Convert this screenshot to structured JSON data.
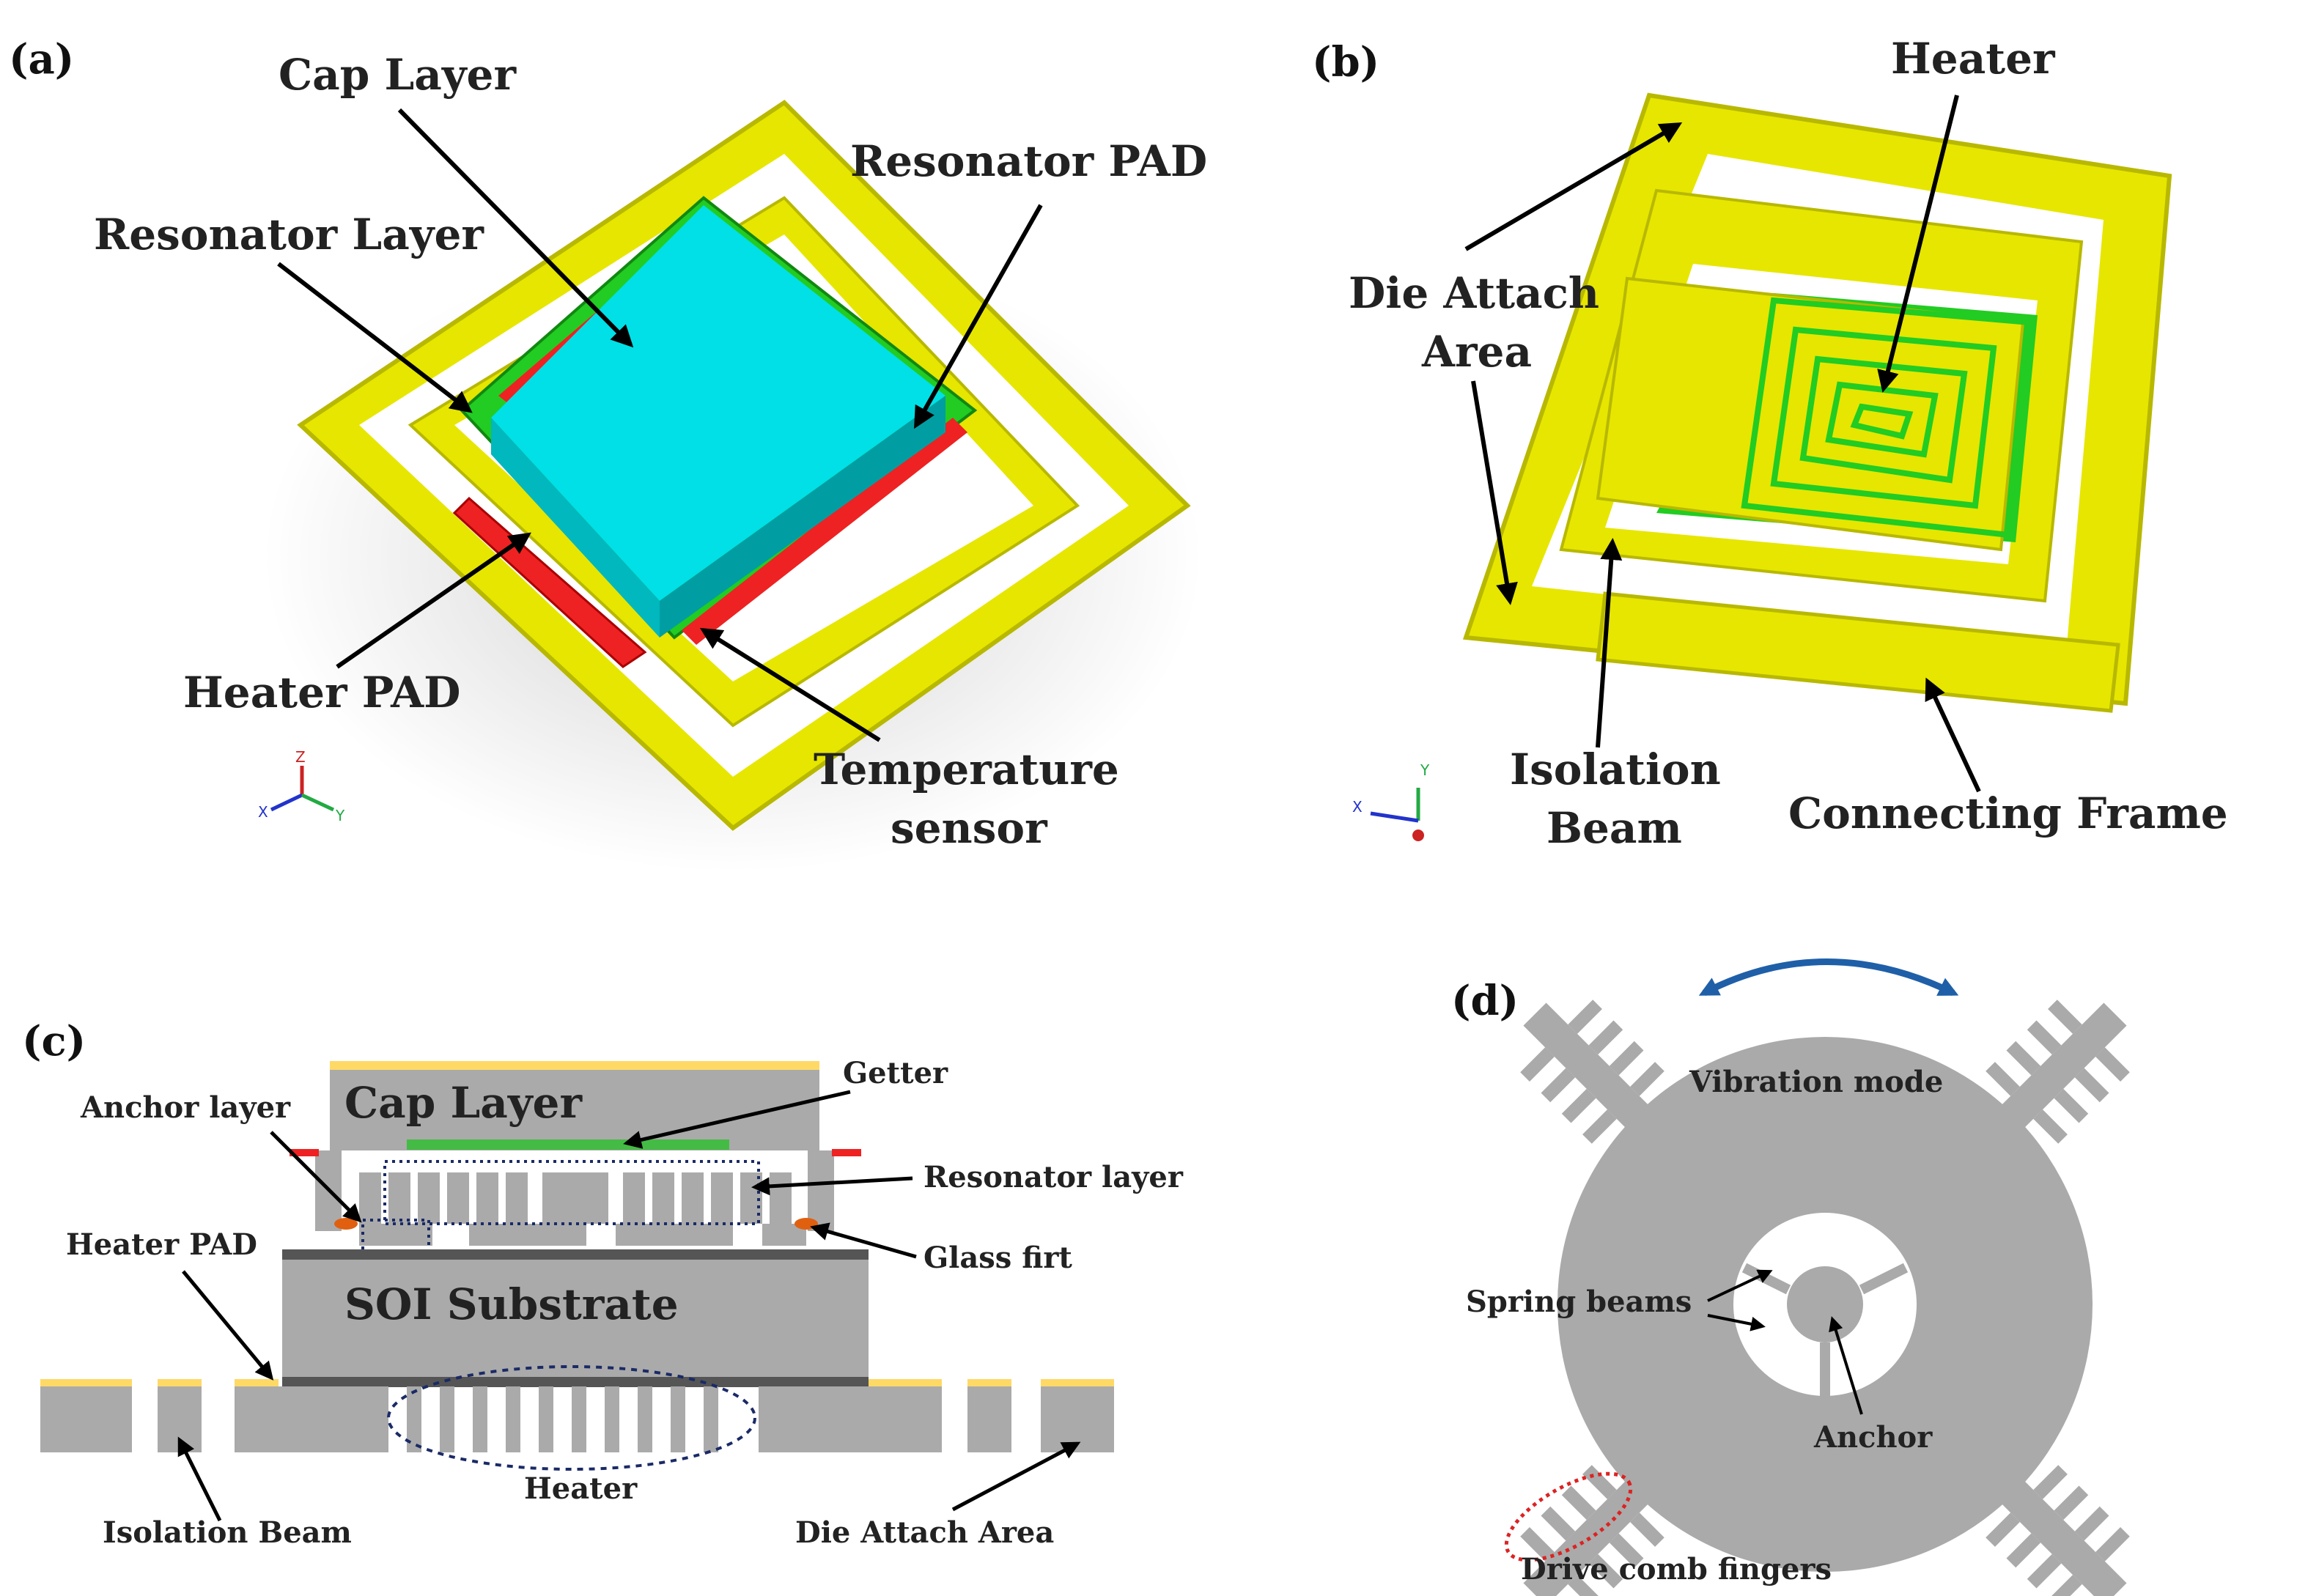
{
  "colors": {
    "yellow": "#e6e600",
    "yellow_dark": "#b8b800",
    "cap": "#00e0e6",
    "cap_side": "#00b8bd",
    "green": "#22cc22",
    "red": "#ee2222",
    "gray": "#aaaaaa",
    "dark_gray": "#666666",
    "gold": "#ffd966",
    "blue_arrow": "#1f5fa8",
    "orange": "#e06010",
    "white": "#ffffff",
    "black": "#000000"
  },
  "panel_a": {
    "tag": "(a)",
    "cap_layer": "Cap Layer",
    "resonator_layer": "Resonator Layer",
    "resonator_pad": "Resonator PAD",
    "heater_pad": "Heater PAD",
    "temp_sensor_1": "Temperature",
    "temp_sensor_2": "sensor",
    "axes": {
      "x": "X",
      "y": "Y",
      "z": "Z"
    }
  },
  "panel_b": {
    "tag": "(b)",
    "heater": "Heater",
    "die_attach_1": "Die Attach",
    "die_attach_2": "Area",
    "isolation_1": "Isolation",
    "isolation_2": "Beam",
    "connecting_frame": "Connecting Frame",
    "axes": {
      "x": "X",
      "y": "Y"
    }
  },
  "panel_c": {
    "tag": "(c)",
    "cap_layer": "Cap Layer",
    "getter": "Getter",
    "anchor_layer": "Anchor layer",
    "resonator_layer": "Resonator layer",
    "heater_pad": "Heater PAD",
    "glass_frit": "Glass firt",
    "soi_substrate": "SOI Substrate",
    "heater": "Heater",
    "isolation_beam": "Isolation Beam",
    "die_attach": "Die Attach Area"
  },
  "panel_d": {
    "tag": "(d)",
    "vibration_mode": "Vibration mode",
    "spring_beams": "Spring beams",
    "anchor": "Anchor",
    "drive_comb": "Drive comb fingers"
  }
}
